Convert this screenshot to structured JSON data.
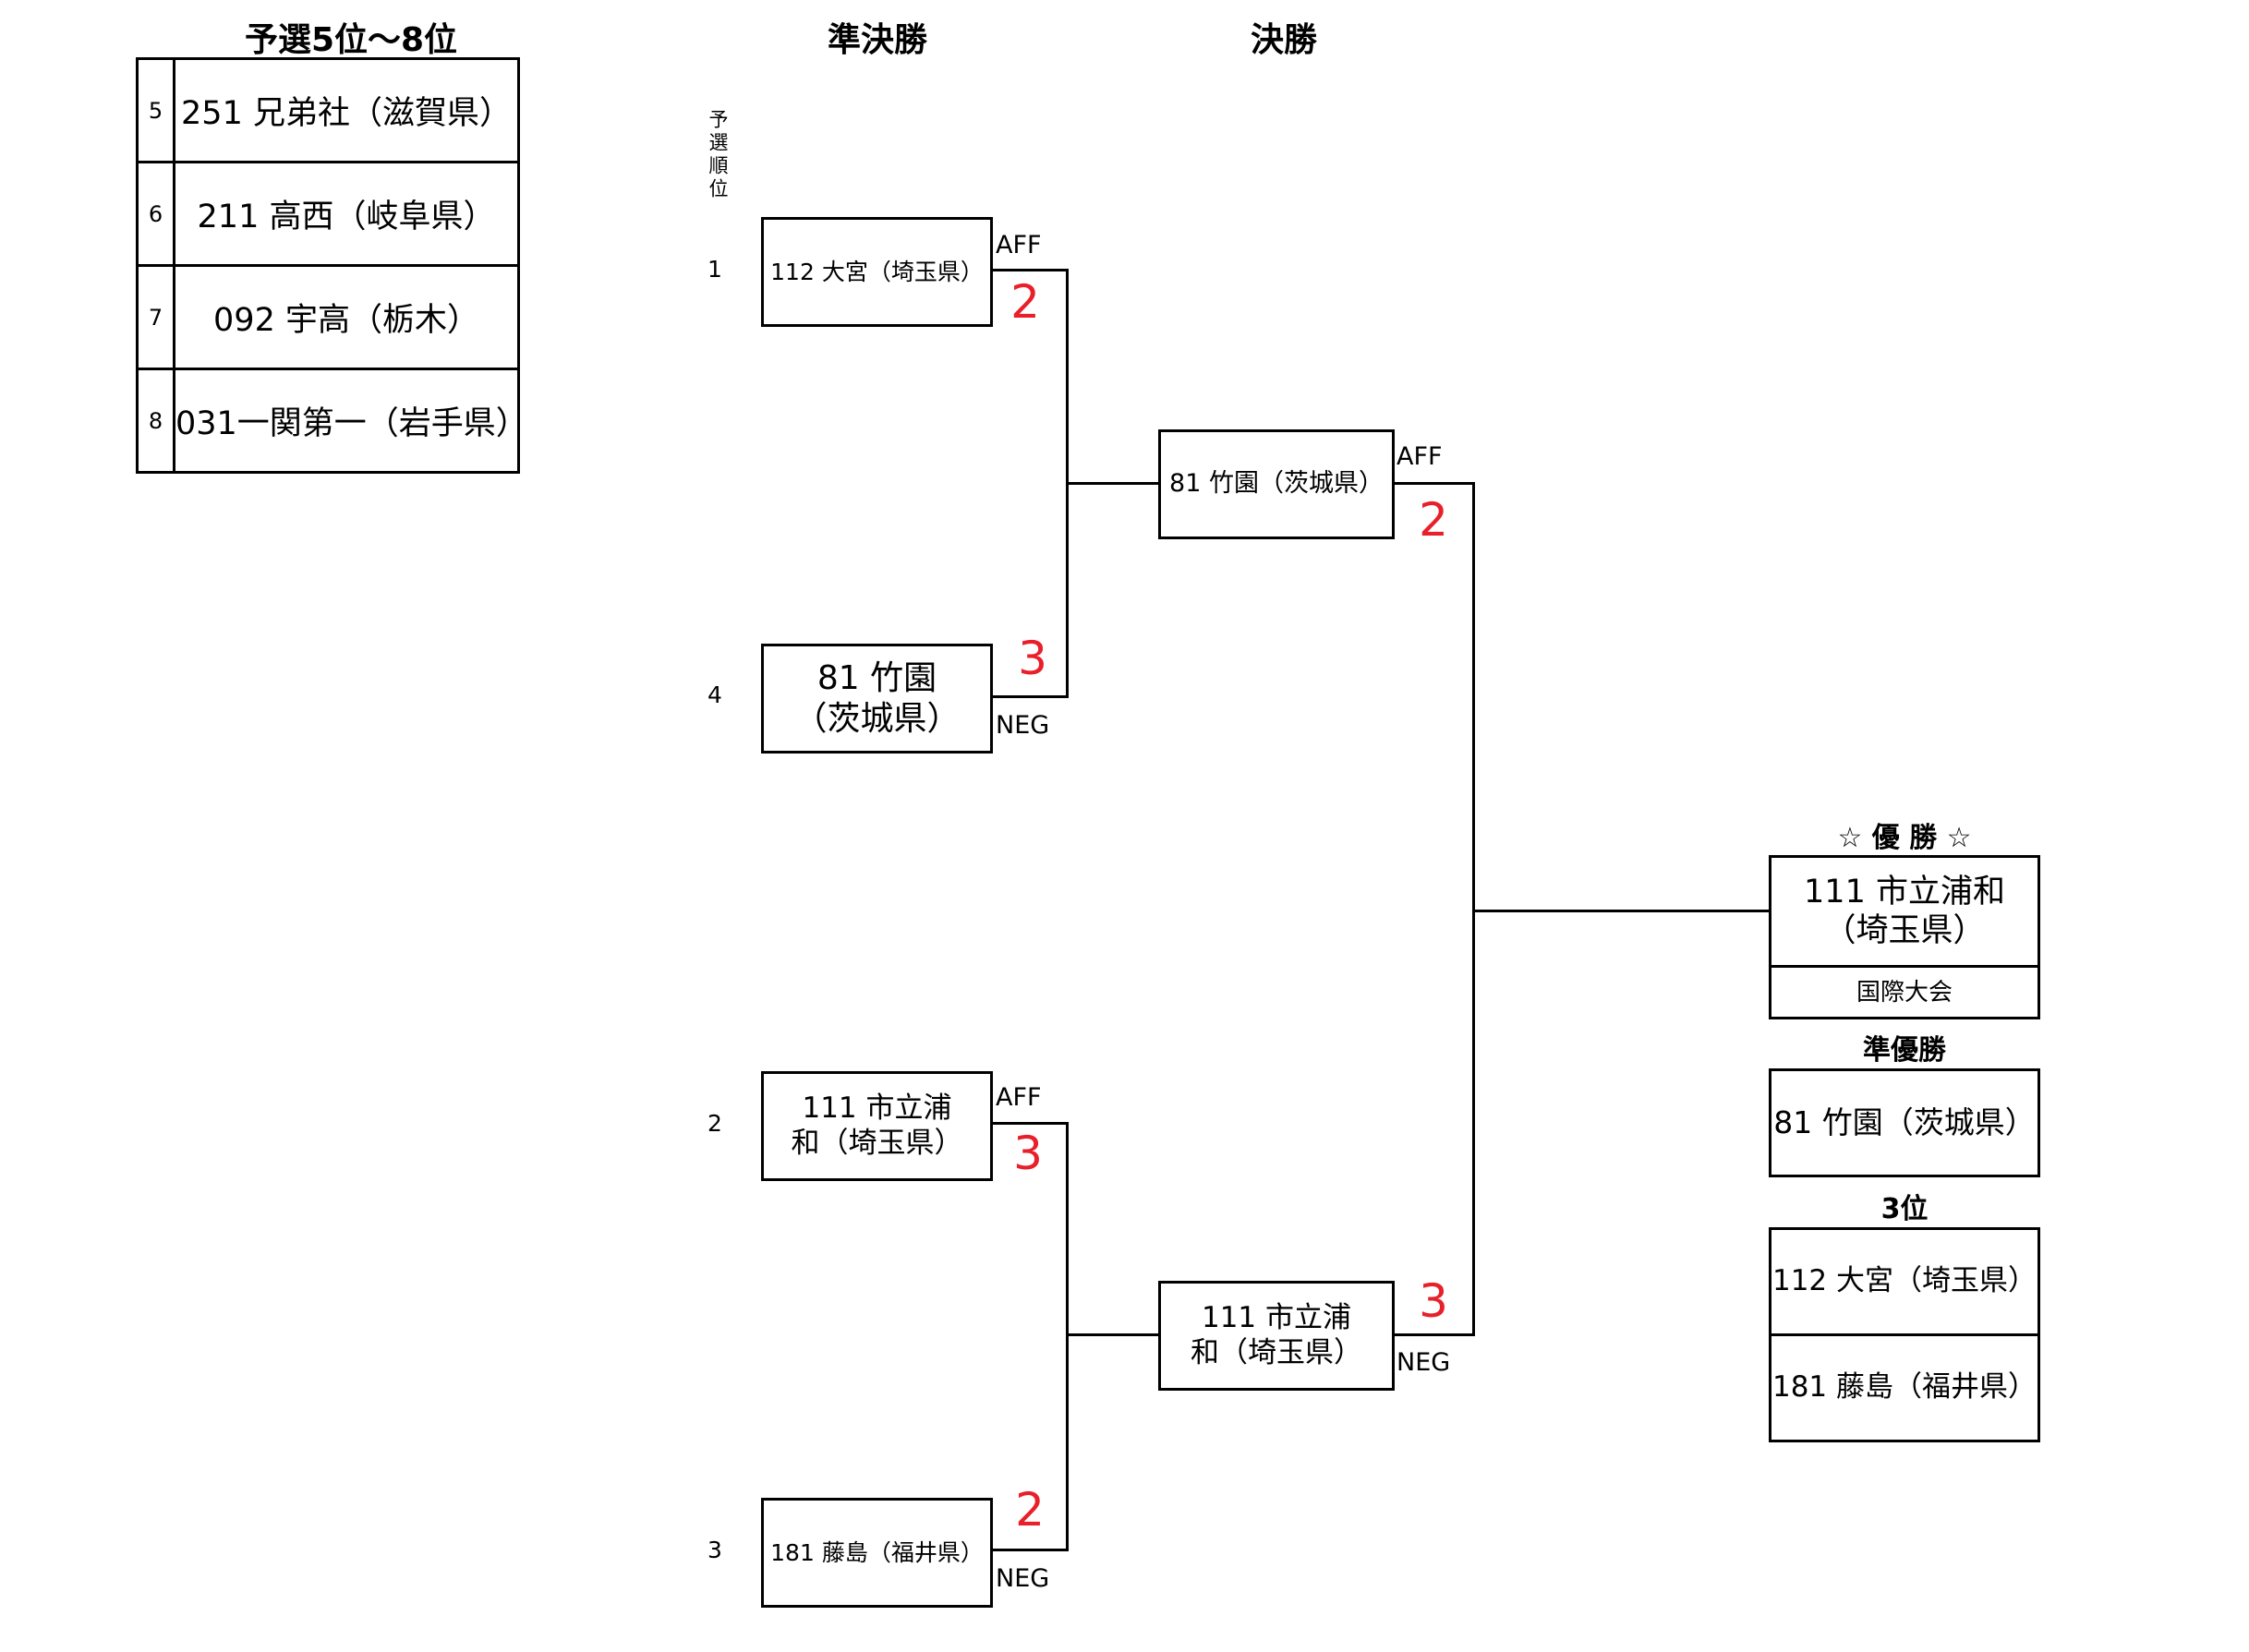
{
  "headers": {
    "prelim": "予選5位～8位",
    "semifinal": "準決勝",
    "final": "決勝",
    "seed_label": "予選順位"
  },
  "prelim_table": [
    {
      "rank": "5",
      "team": "251 兄弟社（滋賀県）"
    },
    {
      "rank": "6",
      "team": "211 高西（岐阜県）"
    },
    {
      "rank": "7",
      "team": "092 宇高（栃木）"
    },
    {
      "rank": "8",
      "team": "031一関第一（岩手県）"
    }
  ],
  "semifinals": [
    {
      "seed": "1",
      "team": "112 大宮（埼玉県）",
      "side": "AFF",
      "score": "2"
    },
    {
      "seed": "4",
      "team": "81 竹園（茨城県）",
      "side": "NEG",
      "score": "3"
    },
    {
      "seed": "2",
      "team": "111 市立浦和（埼玉県）",
      "side": "AFF",
      "score": "3"
    },
    {
      "seed": "3",
      "team": "181 藤島（福井県）",
      "side": "NEG",
      "score": "2"
    }
  ],
  "finals": [
    {
      "team": "81 竹園（茨城県）",
      "side": "AFF",
      "score": "2"
    },
    {
      "team": "111 市立浦和（埼玉県）",
      "side": "NEG",
      "score": "3"
    }
  ],
  "results": {
    "champion_title": "☆ 優 勝 ☆",
    "champion": "111 市立浦和（埼玉県）",
    "champion_note": "国際大会",
    "runner_up_title": "準優勝",
    "runner_up": "81 竹園（茨城県）",
    "third_title": "3位",
    "third": [
      "112 大宮（埼玉県）",
      "181 藤島（福井県）"
    ]
  }
}
